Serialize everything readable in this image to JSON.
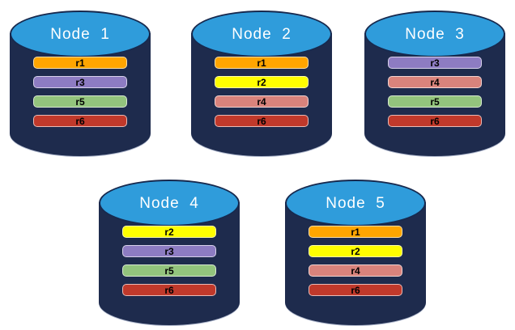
{
  "colors": {
    "cylinder_body": "#1E2B4D",
    "cylinder_top": "#2F9CDB",
    "cylinder_outline": "#17294E",
    "title_text": "#FFFFFF",
    "bar_text": "#000000",
    "replicas": {
      "r1": "#FFA500",
      "r2": "#FFFF00",
      "r3": "#8D7CC2",
      "r4": "#D9837C",
      "r5": "#93C47D",
      "r6": "#C0392B"
    }
  },
  "nodes": [
    {
      "label": "Node  1",
      "replicas": [
        "r1",
        "r3",
        "r5",
        "r6"
      ]
    },
    {
      "label": "Node  2",
      "replicas": [
        "r1",
        "r2",
        "r4",
        "r6"
      ]
    },
    {
      "label": "Node  3",
      "replicas": [
        "r3",
        "r4",
        "r5",
        "r6"
      ]
    },
    {
      "label": "Node  4",
      "replicas": [
        "r2",
        "r3",
        "r5",
        "r6"
      ]
    },
    {
      "label": "Node  5",
      "replicas": [
        "r1",
        "r2",
        "r4",
        "r6"
      ]
    }
  ]
}
